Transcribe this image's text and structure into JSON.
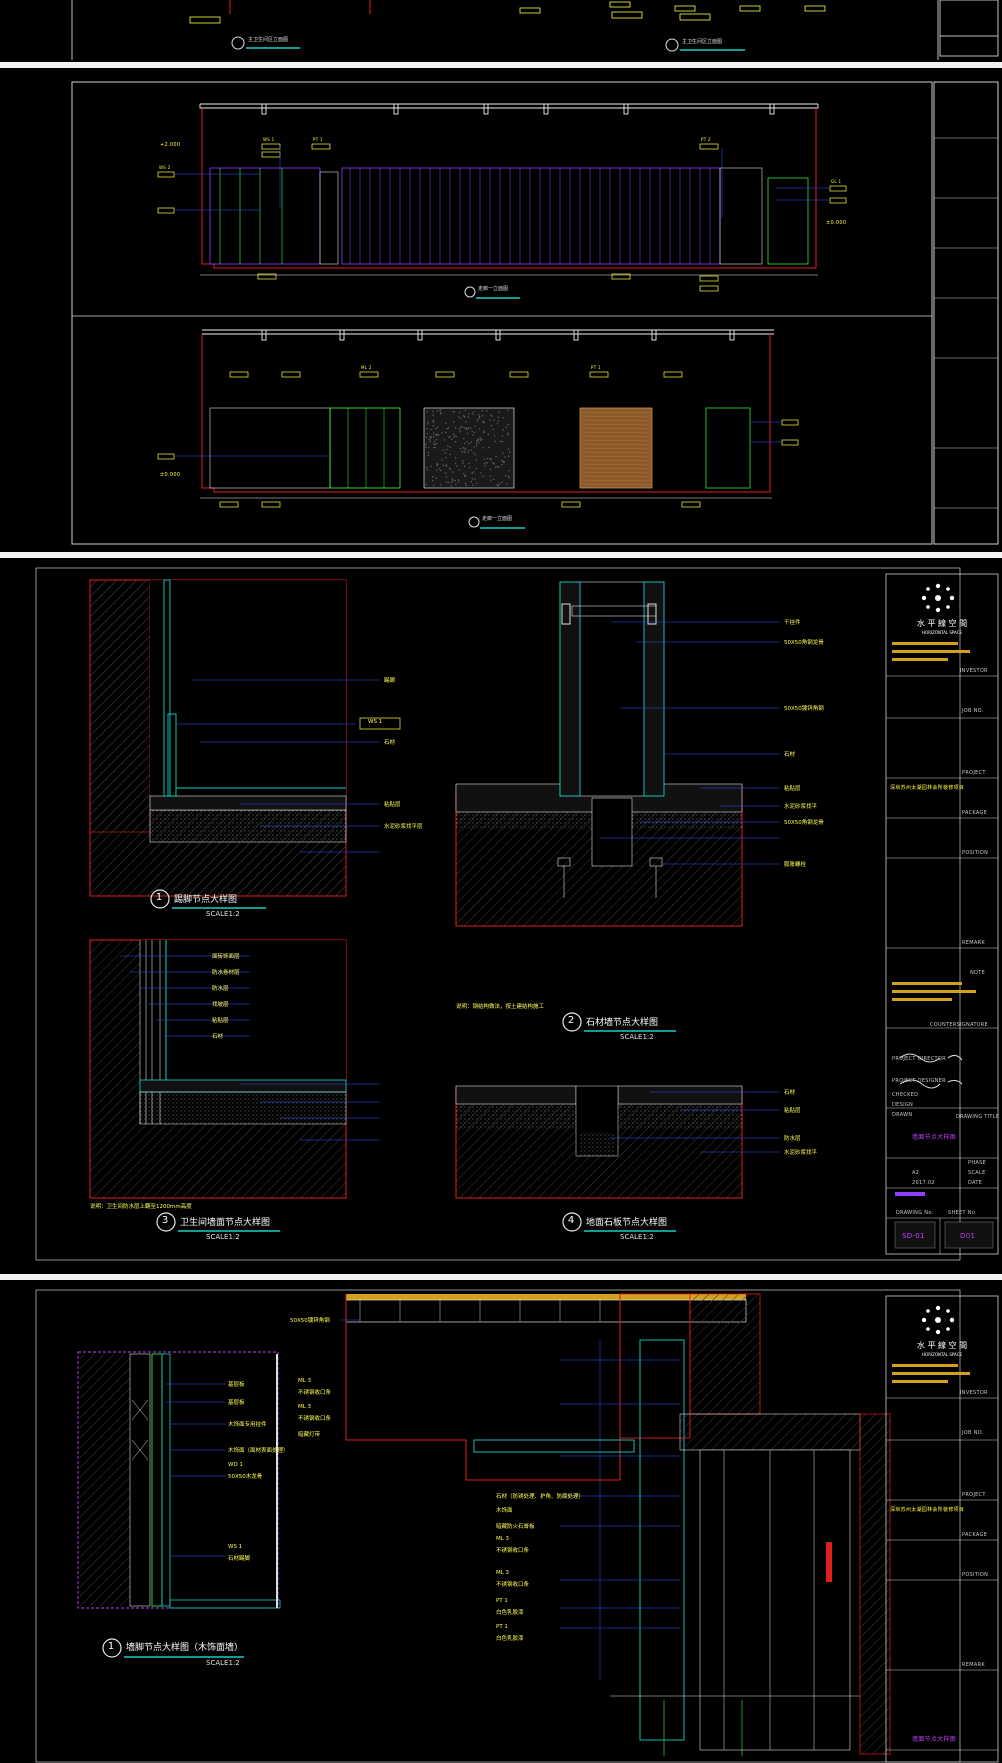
{
  "sheet1": {
    "titles": [
      "主卫生间区立面图",
      "主卫生间区立面图"
    ]
  },
  "sheet2": {
    "elev_titles": [
      "走廊一立面图",
      "走廊一立面图"
    ],
    "level_marks": [
      "+2.000",
      "±0.000",
      "±0.000"
    ],
    "tags": [
      "WS 1",
      "PT 1",
      "PT 2",
      "WS 2",
      "GL 1",
      "ML 2",
      "PT 1"
    ]
  },
  "sheet3": {
    "details": [
      {
        "num": "1",
        "title": "踢脚节点大样图",
        "scale": "SCALE1:2"
      },
      {
        "num": "2",
        "title": "石材墙节点大样图",
        "scale": "SCALE1:2"
      },
      {
        "num": "3",
        "title": "卫生间墙面节点大样图",
        "scale": "SCALE1:2"
      },
      {
        "num": "4",
        "title": "地面石板节点大样图",
        "scale": "SCALE1:2"
      }
    ],
    "labels_1": [
      "踢脚",
      "WS 1",
      "石材",
      "粘贴层",
      "水泥砂浆找平层"
    ],
    "labels_2": [
      "干挂件",
      "50X50角钢龙骨",
      "50X50镀锌角钢",
      "石材",
      "粘贴层",
      "水泥砂浆找平",
      "50X50角钢龙骨",
      "膨胀螺栓"
    ],
    "labels_3": [
      "面砖饰面层",
      "防水卷材层",
      "防水层",
      "找坡层",
      "粘贴层",
      "石材"
    ],
    "labels_4": [
      "石材",
      "粘贴层",
      "防水层",
      "水泥砂浆找平"
    ],
    "notes": [
      "说明：钢结构做法，按土建结构施工",
      "说明：卫生间防水层上翻至1200mm高度"
    ],
    "title_block": {
      "logo_cn": "水 平 線 空 間",
      "logo_en": "HORIZONTAL SPACE",
      "fields": [
        "INVESTOR",
        "JOB NO.",
        "PROJECT",
        "PACKAGE",
        "POSITION",
        "REMARK",
        "NOTE",
        "COUNTERSIGNATURE",
        "PROJECT DIRECTOR",
        "PROJECT DESIGNER",
        "CHECKED",
        "DESIGN",
        "DRAWN",
        "DRAWING TITLE",
        "PHASE",
        "SCALE",
        "DATE",
        "DRAWING No.",
        "SHEET No."
      ],
      "project_name": "深圳苏州太湖园林会所装修项目",
      "drawing_title": "墙面节点大样图",
      "phase": "A2",
      "date": "2017.02",
      "drawing_no": "SD-01",
      "sheet_no": "D01"
    }
  },
  "sheet4": {
    "detail_num": "1",
    "detail_title": "墙脚节点大样图（木饰面墙）",
    "detail_scale": "SCALE1:2",
    "labels_left": [
      "基层板",
      "基层板",
      "木饰面专用挂件",
      "木饰面（面材表面处理）",
      "WD 1",
      "50X50木龙骨",
      "WS 1",
      "石材踢脚"
    ],
    "labels_right": [
      "50X50镀锌角钢",
      "ML 3",
      "不锈钢收口条",
      "ML 3",
      "不锈钢收口条",
      "暗藏灯带",
      "石材（防锈处理、护角、防腐处理）",
      "木饰面",
      "暗藏防火石膏板",
      "ML 3",
      "不锈钢收口条",
      "ML 3",
      "不锈钢收口条",
      "PT 1",
      "白色乳胶漆",
      "PT 1",
      "白色乳胶漆"
    ],
    "title_block": {
      "logo_cn": "水 平 線 空 間",
      "logo_en": "HORIZONTAL SPACE",
      "fields": [
        "INVESTOR",
        "JOB NO.",
        "PROJECT",
        "PACKAGE",
        "POSITION",
        "REMARK"
      ],
      "project_name": "深圳苏州太湖园林会所装修项目",
      "drawing_title": "墙面节点大样图"
    }
  },
  "colors": {
    "background": "#000000",
    "frame": "#cfcfcf",
    "wall_red": "#e0201c",
    "cyan": "#18d0c8",
    "yellow": "#ffff40",
    "green": "#3cff3c",
    "blue": "#3050ff",
    "magenta": "#c040ff"
  }
}
